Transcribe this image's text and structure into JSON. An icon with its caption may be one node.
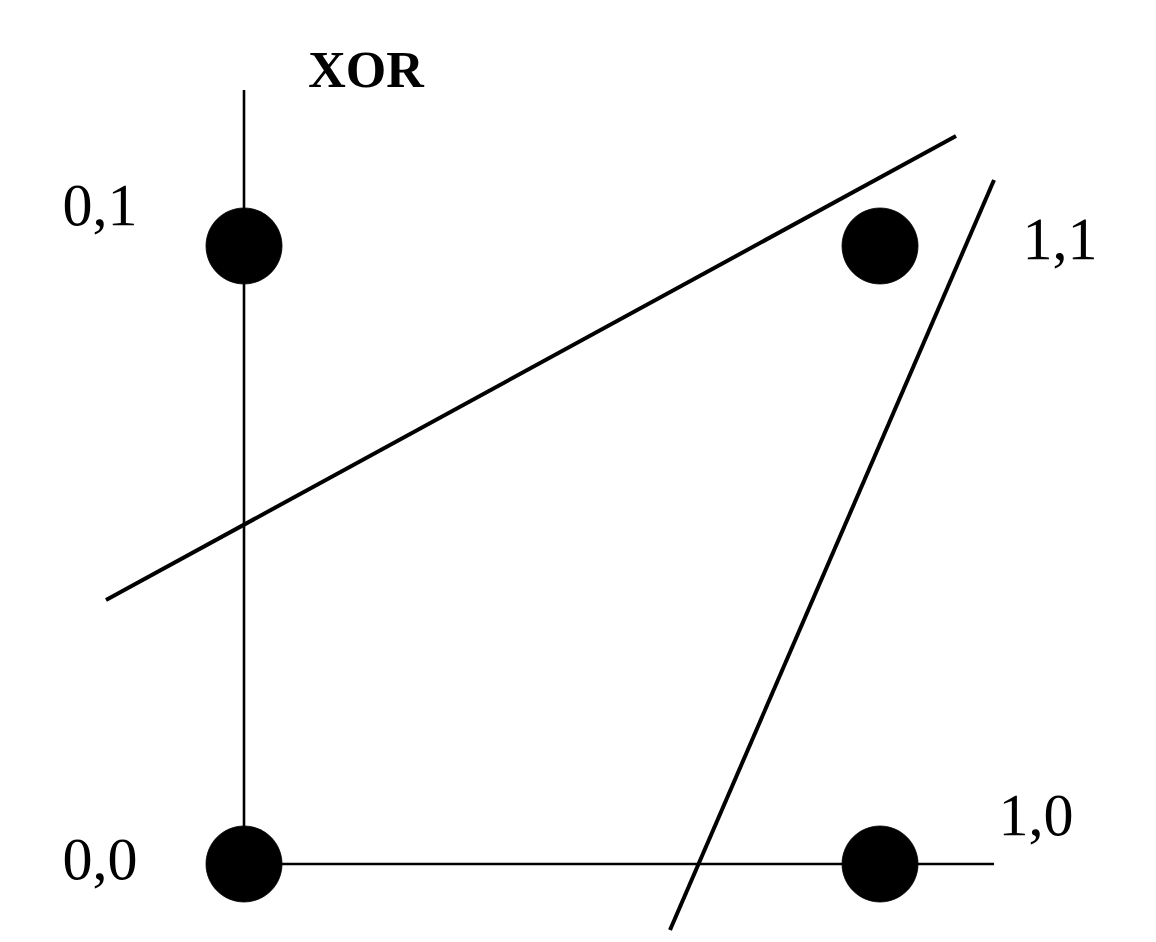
{
  "diagram": {
    "title": "XOR",
    "nodes": [
      {
        "text": [],
        "shape": "circle",
        "beside": [
          "0,1"
        ]
      },
      {
        "text": [],
        "shape": "circle",
        "beside": [
          "1,1"
        ]
      },
      {
        "text": [],
        "shape": "circle",
        "beside": [
          "0,0"
        ]
      },
      {
        "text": [],
        "shape": "circle",
        "beside": [
          "1,0"
        ]
      }
    ]
  }
}
